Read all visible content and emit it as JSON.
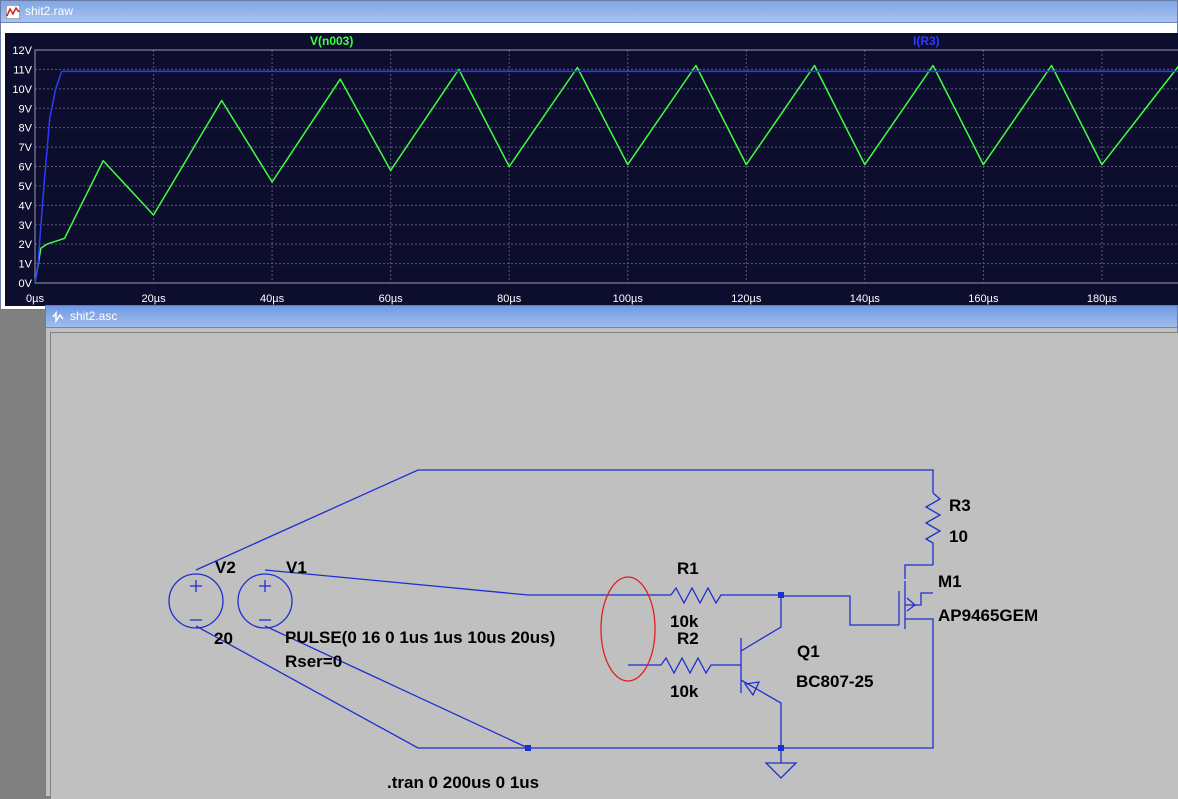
{
  "raw_window": {
    "title": "shit2.raw",
    "icon": "waveform-icon",
    "traces": [
      {
        "label": "V(n003)",
        "color": "#40ff40"
      },
      {
        "label": "I(R3)",
        "color": "#2a3cff"
      }
    ],
    "y_ticks": [
      "12V",
      "11V",
      "10V",
      "9V",
      "8V",
      "7V",
      "6V",
      "5V",
      "4V",
      "3V",
      "2V",
      "1V",
      "0V"
    ],
    "x_ticks": [
      "0µs",
      "20µs",
      "40µs",
      "60µs",
      "80µs",
      "100µs",
      "120µs",
      "140µs",
      "160µs",
      "180µs"
    ]
  },
  "chart_data": {
    "type": "line",
    "x_unit": "µs",
    "y_unit": "V",
    "xlim": [
      0,
      193
    ],
    "ylim": [
      0,
      12
    ],
    "grid": true,
    "series": [
      {
        "name": "V(n003)",
        "color": "#40ff40",
        "x": [
          0,
          1,
          2,
          3,
          4,
          5,
          11.5,
          20,
          31.5,
          40,
          51.5,
          60,
          71.5,
          80,
          91.5,
          100,
          111.5,
          120,
          131.5,
          140,
          151.5,
          160,
          171.5,
          180,
          193
        ],
        "y": [
          0,
          1.8,
          2.0,
          2.1,
          2.2,
          2.3,
          6.3,
          3.5,
          9.4,
          5.2,
          10.5,
          5.8,
          11.0,
          6.0,
          11.1,
          6.1,
          11.2,
          6.1,
          11.2,
          6.1,
          11.2,
          6.1,
          11.2,
          6.1,
          11.2
        ]
      },
      {
        "name": "I(R3)",
        "color": "#2a3cff",
        "x": [
          0,
          0.5,
          1.5,
          2.5,
          3.5,
          4.5,
          193
        ],
        "y": [
          0,
          1,
          5,
          8.5,
          10,
          10.9,
          10.9
        ]
      }
    ]
  },
  "asc_window": {
    "title": "shit2.asc",
    "icon": "schematic-icon"
  },
  "schematic": {
    "v2": {
      "name": "V2",
      "value": "20"
    },
    "v1": {
      "name": "V1",
      "value_line1": "PULSE(0 16 0 1us 1us 10us 20us)",
      "value_line2": "Rser=0"
    },
    "r1": {
      "name": "R1",
      "value": "10k"
    },
    "r2": {
      "name": "R2",
      "value": "10k"
    },
    "r3": {
      "name": "R3",
      "value": "10"
    },
    "q1": {
      "name": "Q1",
      "value": "BC807-25"
    },
    "m1": {
      "name": "M1",
      "value": "AP9465GEM"
    },
    "directive": ".tran 0 200us 0 1us",
    "wire_color": "#1e2fd0",
    "highlight_color": "#e02020"
  }
}
